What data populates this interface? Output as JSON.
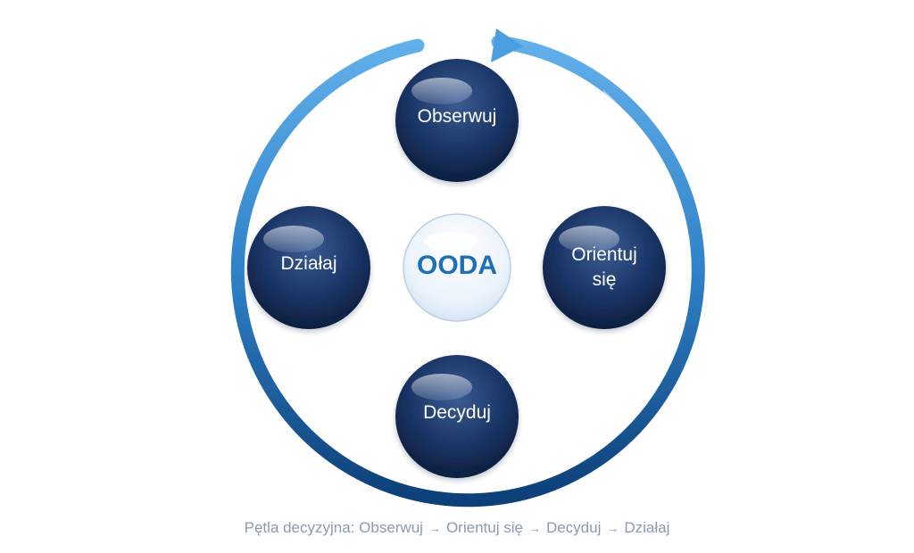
{
  "center": {
    "label": "OODA"
  },
  "nodes": {
    "observe": {
      "label": "Obserwuj"
    },
    "orient": {
      "line1": "Orientuj",
      "line2": "się"
    },
    "decide": {
      "label": "Decyduj"
    },
    "act": {
      "label": "Działaj"
    }
  },
  "caption": {
    "prefix": "Pętla decyzyjna:",
    "step1": "Obserwuj",
    "step2": "Orientuj się",
    "step3": "Decyduj",
    "step4": "Działaj",
    "arrow": "→"
  },
  "colors": {
    "ring_light": "#5aa9e6",
    "ring_dark": "#0d3f78",
    "node_dark": "#0f2145",
    "node_mid": "#2e4f86",
    "center_text": "#1f6fb5",
    "caption_text": "#8a9bb0"
  }
}
